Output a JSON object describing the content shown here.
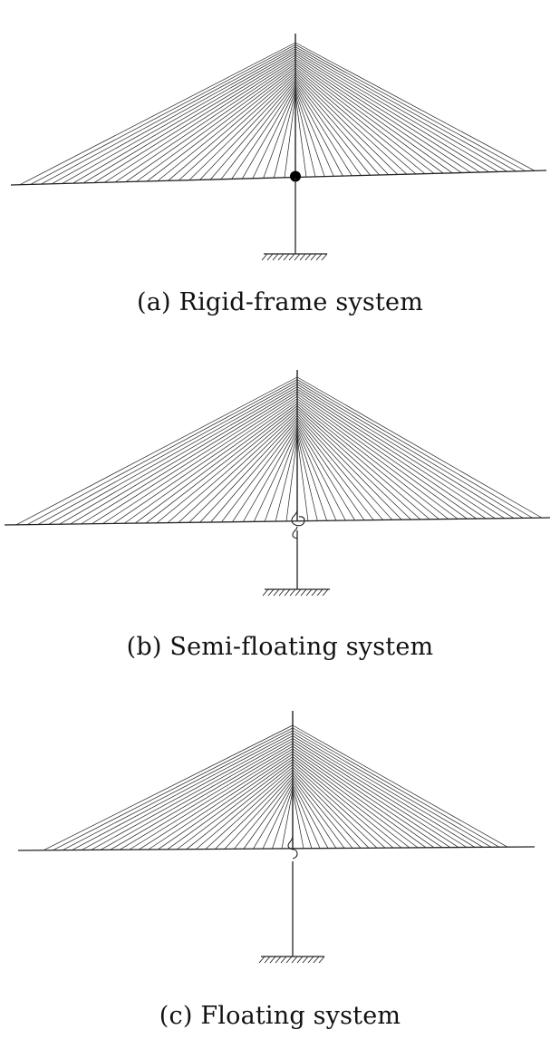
{
  "figures": [
    {
      "id": "a",
      "caption": "(a) Rigid-frame system",
      "connection": "rigid"
    },
    {
      "id": "b",
      "caption": "(b) Semi-floating system",
      "connection": "semi-floating"
    },
    {
      "id": "c",
      "caption": "(c) Floating system",
      "connection": "floating"
    }
  ],
  "cables_per_side": 26,
  "line_color": "#222222"
}
